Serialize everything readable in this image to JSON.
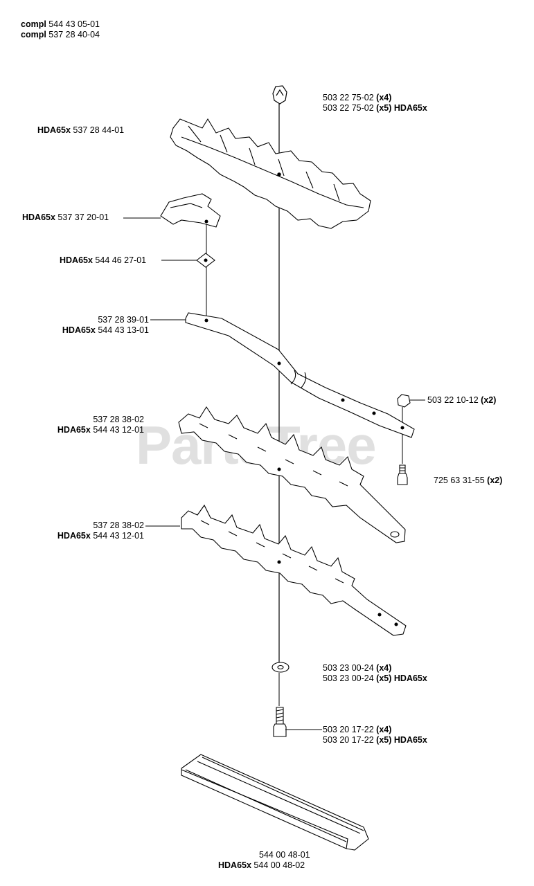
{
  "header": {
    "lines": [
      {
        "prefix": "compl",
        "number": "544 43 05-01"
      },
      {
        "prefix": "compl",
        "number": "537 28 40-04"
      }
    ]
  },
  "watermark": "PartsTree",
  "labels": {
    "nut_top_a": {
      "number": "503 22 75-02",
      "qty": "(x4)"
    },
    "nut_top_b": {
      "number": "503 22 75-02",
      "qty": "(x5)",
      "model": "HDA65x"
    },
    "guard_top": {
      "model": "HDA65x",
      "number": "537 28 44-01"
    },
    "bracket": {
      "model": "HDA65x",
      "number": "537 37 20-01"
    },
    "washer_sq": {
      "model": "HDA65x",
      "number": "544 46 27-01"
    },
    "bar_a": {
      "number": "537 28 39-01"
    },
    "bar_b": {
      "model": "HDA65x",
      "number": "544 43 13-01"
    },
    "nut_right": {
      "number": "503 22 10-12",
      "qty": "(x2)"
    },
    "screw_right": {
      "number": "725 63 31-55",
      "qty": "(x2)"
    },
    "blade1_a": {
      "number": "537 28 38-02"
    },
    "blade1_b": {
      "model": "HDA65x",
      "number": "544 43 12-01"
    },
    "blade2_a": {
      "number": "537 28 38-02"
    },
    "blade2_b": {
      "model": "HDA65x",
      "number": "544 43 12-01"
    },
    "washer_a": {
      "number": "503 23 00-24",
      "qty": "(x4)"
    },
    "washer_b": {
      "number": "503 23 00-24",
      "qty": "(x5)",
      "model": "HDA65x"
    },
    "screw_a": {
      "number": "503 20 17-22",
      "qty": "(x4)"
    },
    "screw_b": {
      "number": "503 20 17-22",
      "qty": "(x5)",
      "model": "HDA65x"
    },
    "cover_a": {
      "number": "544 00 48-01"
    },
    "cover_b": {
      "model": "HDA65x",
      "number": "544 00 48-02"
    }
  }
}
